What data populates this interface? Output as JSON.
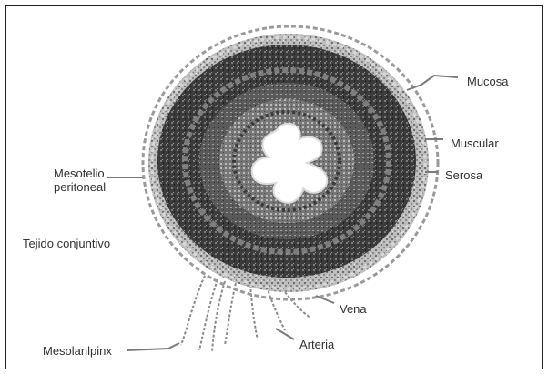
{
  "figure": {
    "labels": {
      "mucosa": "Mucosa",
      "muscular": "Muscular",
      "serosa": "Serosa",
      "mesotelio_line1": "Mesotelio",
      "mesotelio_line2": "peritoneal",
      "tejido": "Tejido conjuntivo",
      "vena": "Vena",
      "arteria": "Arteria",
      "mesolanlpinx": "Mesolanlpinx"
    },
    "colors": {
      "outer_ring": "#8f8f8f",
      "muscular_ring": "#333333",
      "mucosa_ring": "#555555",
      "lumen": "#ffffff",
      "leader": "#777777",
      "text": "#333333"
    }
  }
}
